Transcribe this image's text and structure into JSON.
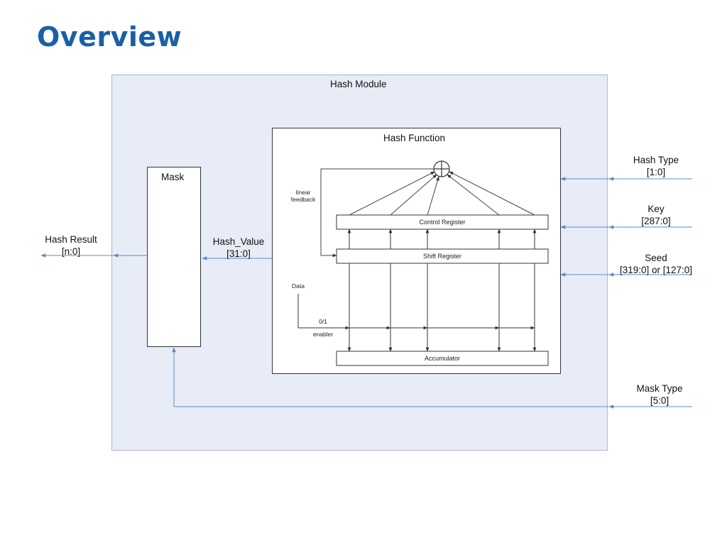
{
  "slide": {
    "title": "Overview"
  },
  "diagram": {
    "module_label": "Hash Module",
    "function_label": "Hash Function",
    "mask_label": "Mask",
    "hash_result": {
      "line1": "Hash Result",
      "line2": "[n:0]"
    },
    "hash_value": {
      "line1": "Hash_Value",
      "line2": "[31:0]"
    },
    "inputs": {
      "hash_type": {
        "line1": "Hash Type",
        "line2": "[1:0]"
      },
      "key": {
        "line1": "Key",
        "line2": "[287:0]"
      },
      "seed": {
        "line1": "Seed",
        "line2": "[319:0] or [127:0]"
      },
      "mask_type": {
        "line1": "Mask Type",
        "line2": "[5:0]"
      }
    },
    "internal": {
      "linear_feedback_1": "linear",
      "linear_feedback_2": "feedback",
      "control_register": "Control Register",
      "shift_register": "Shift Register",
      "accumulator": "Accumulator",
      "data": "Data",
      "enabler_1": "0/1",
      "enabler_2": "enabler"
    },
    "colors": {
      "title": "#1a5fa8",
      "module_fill": "#e8ecf7",
      "signal_line": "#5b8cc7"
    }
  }
}
